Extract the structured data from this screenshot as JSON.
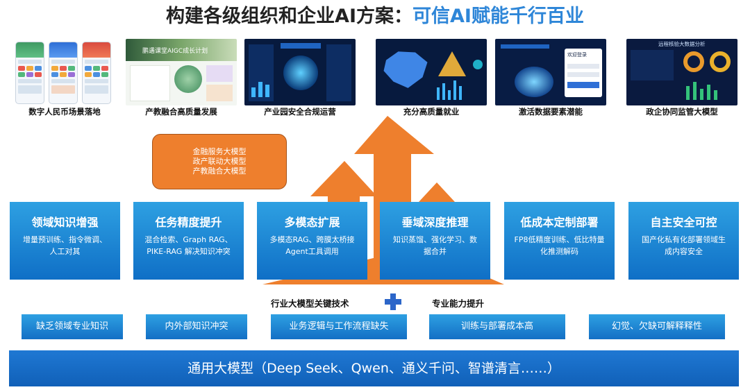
{
  "title": {
    "main": "构建各级组织和企业AI方案：",
    "accent": "可信AI赋能千行百业"
  },
  "scenarios": [
    {
      "caption": "数字人民币场景落地"
    },
    {
      "caption": "产教融合高质量发展",
      "overlay": "鹏遇课堂AIGC成长计划"
    },
    {
      "caption": "产业园安全合规运营"
    },
    {
      "caption": "充分高质量就业"
    },
    {
      "caption": "激活数据要素潜能",
      "overlay": "欢迎登录"
    },
    {
      "caption": "政企协同监管大模型",
      "overlay": "远程核验大数据分析"
    }
  ],
  "callout": {
    "lines": [
      "金融服务大模型",
      "政产联动大模型",
      "产教融合大模型"
    ]
  },
  "capabilities": [
    {
      "title": "领域知识增强",
      "desc": "增量预训练、指令微调、人工对其"
    },
    {
      "title": "任务精度提升",
      "desc": "混合检索、Graph RAG、PIKE-RAG 解决知识冲突"
    },
    {
      "title": "多模态扩展",
      "desc": "多模态RAG、跨膜太桥接Agent工具调用"
    },
    {
      "title": "垂域深度推理",
      "desc": "知识蒸馏、强化学习、数据合并"
    },
    {
      "title": "低成本定制部署",
      "desc": "FP8低精度训练、低比特量化推测解码"
    },
    {
      "title": "自主安全可控",
      "desc": "国产化私有化部署领域生成内容安全"
    }
  ],
  "middle": {
    "left": "行业大模型关键技术",
    "right": "专业能力提升"
  },
  "challenges": [
    {
      "label": "缺乏领域专业知识"
    },
    {
      "label": "内外部知识冲突"
    },
    {
      "label": "业务逻辑与工作流程缺失"
    },
    {
      "label": "训练与部署成本高"
    },
    {
      "label": "幻觉、欠缺可解释释性"
    }
  ],
  "base": {
    "label": "通用大模型（Deep Seek、Qwen、通义千问、智谱清言……）"
  },
  "colors": {
    "title": "#222222",
    "title_accent": "#2e86d8",
    "card_top": "#2ea0e2",
    "card_bottom": "#0f6fc6",
    "arrow": "#ee7f2d",
    "callout": "#ee7f2d",
    "plus": "#2c66c9",
    "base": "#1668c4"
  }
}
